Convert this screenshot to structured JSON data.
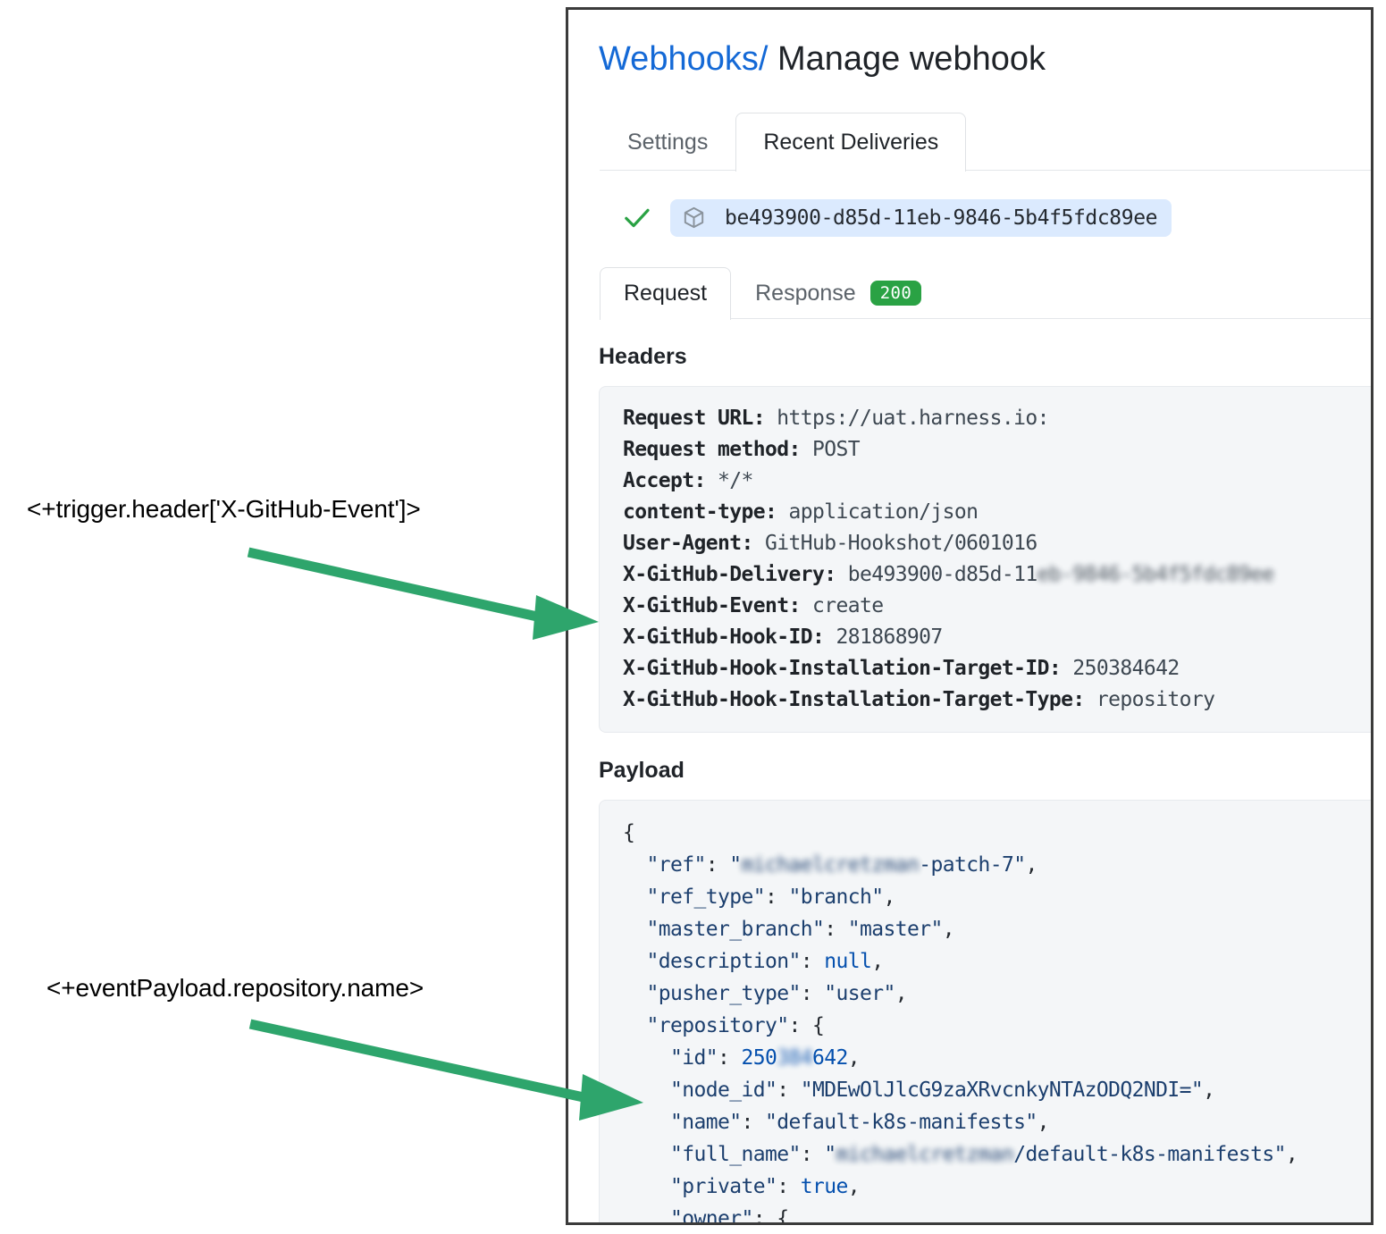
{
  "annotations": [
    {
      "id": "anno-1",
      "text": "<+trigger.header['X-GitHub-Event']>",
      "color": "#2ea56c"
    },
    {
      "id": "anno-2",
      "text": "<+eventPayload.repository.name>",
      "color": "#2ea56c"
    }
  ],
  "card": {
    "breadcrumb": {
      "link": "Webhooks",
      "separator": "/",
      "current": "Manage webhook"
    },
    "tabs": [
      {
        "label": "Settings",
        "active": false
      },
      {
        "label": "Recent Deliveries",
        "active": true
      }
    ],
    "delivery": {
      "status_icon": "check-icon",
      "package_icon": "cube-icon",
      "id": "be493900-d85d-11eb-9846-5b4f5fdc89ee",
      "pill_color": "#dbeafe"
    },
    "subtabs": [
      {
        "label": "Request",
        "active": true,
        "badge": null
      },
      {
        "label": "Response",
        "active": false,
        "badge": "200",
        "badge_color": "#2aa244"
      }
    ],
    "headers_section": {
      "heading": "Headers",
      "lines": [
        {
          "key": "Request URL:",
          "value": "https://uat.harness.io:"
        },
        {
          "key": "Request method:",
          "value": "POST"
        },
        {
          "key": "Accept:",
          "value": "*/*"
        },
        {
          "key": "content-type:",
          "value": "application/json"
        },
        {
          "key": "User-Agent:",
          "value": "GitHub-Hookshot/0601016"
        },
        {
          "key": "X-GitHub-Delivery:",
          "value": "be493900-d85d-11",
          "redacted_value": "eb-9846-5b4f5fdc89ee"
        },
        {
          "key": "X-GitHub-Event:",
          "value": "create"
        },
        {
          "key": "X-GitHub-Hook-ID:",
          "value": "281868907"
        },
        {
          "key": "X-GitHub-Hook-Installation-Target-ID:",
          "value": "250384642"
        },
        {
          "key": "X-GitHub-Hook-Installation-Target-Type:",
          "value": "repository"
        }
      ]
    },
    "payload_section": {
      "heading": "Payload",
      "lines": [
        {
          "raw": "{"
        },
        {
          "indent": 1,
          "key": "\"ref\"",
          "value_prefix": "\"",
          "redacted": "michaelcretzman",
          "value_suffix": "-patch-7\"",
          "type": "string",
          "comma": true
        },
        {
          "indent": 1,
          "key": "\"ref_type\"",
          "value": "\"branch\"",
          "type": "string",
          "comma": true
        },
        {
          "indent": 1,
          "key": "\"master_branch\"",
          "value": "\"master\"",
          "type": "string",
          "comma": true
        },
        {
          "indent": 1,
          "key": "\"description\"",
          "value": "null",
          "type": "literal",
          "comma": true
        },
        {
          "indent": 1,
          "key": "\"pusher_type\"",
          "value": "\"user\"",
          "type": "string",
          "comma": true
        },
        {
          "indent": 1,
          "key": "\"repository\"",
          "value": "{",
          "type": "open",
          "comma": false
        },
        {
          "indent": 2,
          "key": "\"id\"",
          "value_prefix": "250",
          "redacted": "384",
          "value_suffix": "642",
          "type": "number",
          "comma": true
        },
        {
          "indent": 2,
          "key": "\"node_id\"",
          "value": "\"MDEwOlJlcG9zaXRvcnkyNTAzODQ2NDI=\"",
          "type": "string",
          "comma": true
        },
        {
          "indent": 2,
          "key": "\"name\"",
          "value": "\"default-k8s-manifests\"",
          "type": "string",
          "comma": true
        },
        {
          "indent": 2,
          "key": "\"full_name\"",
          "value_prefix": "\"",
          "redacted": "michaelcretzman",
          "value_suffix": "/default-k8s-manifests\"",
          "type": "string",
          "comma": true
        },
        {
          "indent": 2,
          "key": "\"private\"",
          "value": "true",
          "type": "literal",
          "comma": true
        },
        {
          "indent": 2,
          "key": "\"owner\"",
          "value": "{",
          "type": "open",
          "comma": false
        }
      ]
    }
  }
}
